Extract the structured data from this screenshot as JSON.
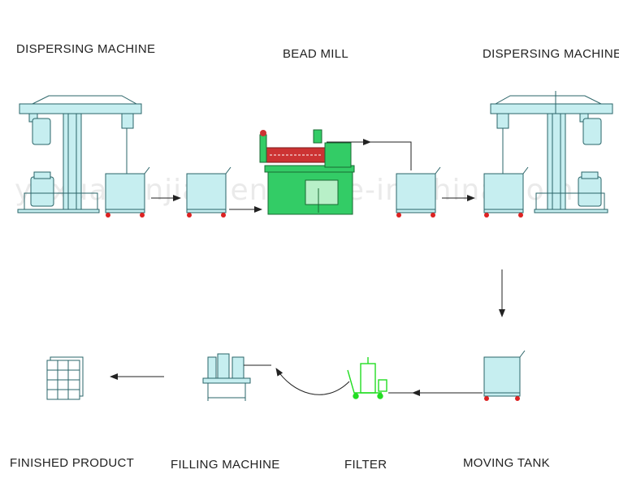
{
  "labels": {
    "dispersing_left": "DISPERSING MACHINE",
    "bead_mill": "BEAD MILL",
    "dispersing_right": "DISPERSING MACHINE",
    "finished_product": "FINISHED PRODUCT",
    "filling_machine": "FILLING MACHINE",
    "filter": "FILTER",
    "moving_tank": "MOVING TANK"
  },
  "watermark": "yaxuanjinjian.en.made-in-china.com",
  "colors": {
    "equipment_fill": "#c6eef0",
    "equipment_stroke": "#2a6468",
    "bead_mill_green": "#33cc66",
    "bead_mill_red": "#cc3333",
    "filter_green": "#22dd22",
    "wheel_red": "#dd2222",
    "arrow": "#222222"
  }
}
